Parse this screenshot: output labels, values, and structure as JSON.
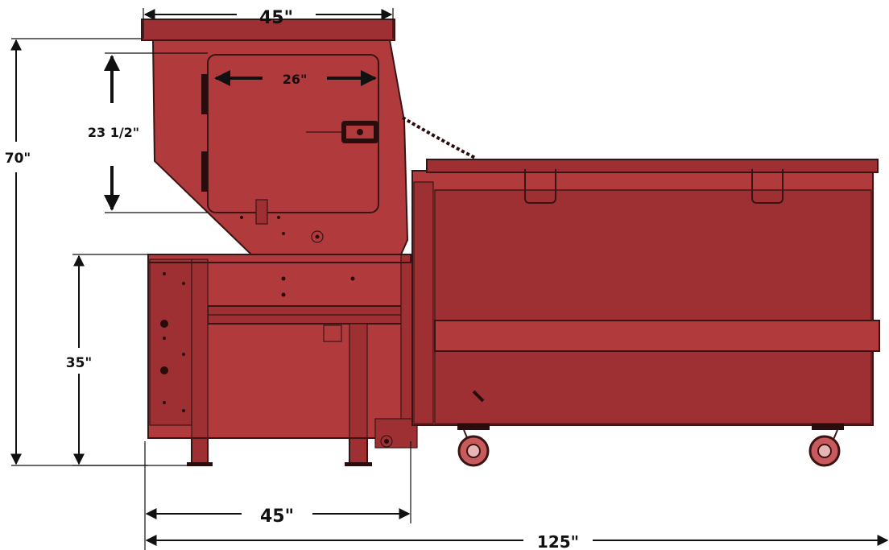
{
  "dimensions": {
    "top_width": "45\"",
    "door_width": "26\"",
    "door_height": "23 1/2\"",
    "overall_height": "70\"",
    "base_height": "35\"",
    "base_width": "45\"",
    "overall_length": "125\""
  },
  "colors": {
    "body": "#b13a3d",
    "outline": "#3a1414",
    "dimension": "#111111"
  }
}
